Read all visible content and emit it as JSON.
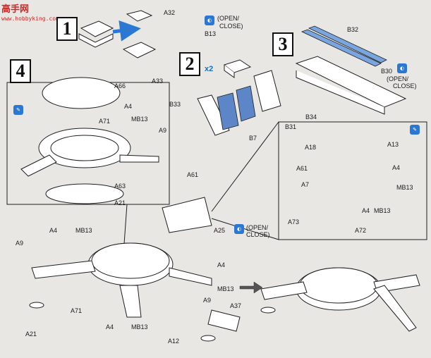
{
  "watermark": {
    "brand": "高手网",
    "url": "www.hobbyking.com"
  },
  "steps": {
    "s1": "1",
    "s2": "2",
    "s3": "3",
    "s4": "4"
  },
  "multiplier": "x2",
  "parts": {
    "A32": "A32",
    "A33": "A33",
    "B13": "B13",
    "B32": "B32",
    "B33": "B33",
    "B31": "B31",
    "B7": "B7",
    "B30": "B30",
    "B34": "B34",
    "A66": "A66",
    "A4": "A4",
    "MB13": "MB13",
    "A71": "A71",
    "A9": "A9",
    "A63": "A63",
    "A21": "A21",
    "A61": "A61",
    "A18": "A18",
    "A13": "A13",
    "A7": "A7",
    "A73": "A73",
    "A72": "A72",
    "A25": "A25",
    "A37": "A37",
    "A12": "A12"
  },
  "notes": {
    "open_close": "(OPEN/",
    "close": "CLOSE)"
  },
  "colors": {
    "accent_blue": "#2a78d4",
    "line": "#1f1f1f",
    "bg": "#e9e7e4"
  },
  "icons": [
    "glue-icon",
    "open-close-icon"
  ]
}
